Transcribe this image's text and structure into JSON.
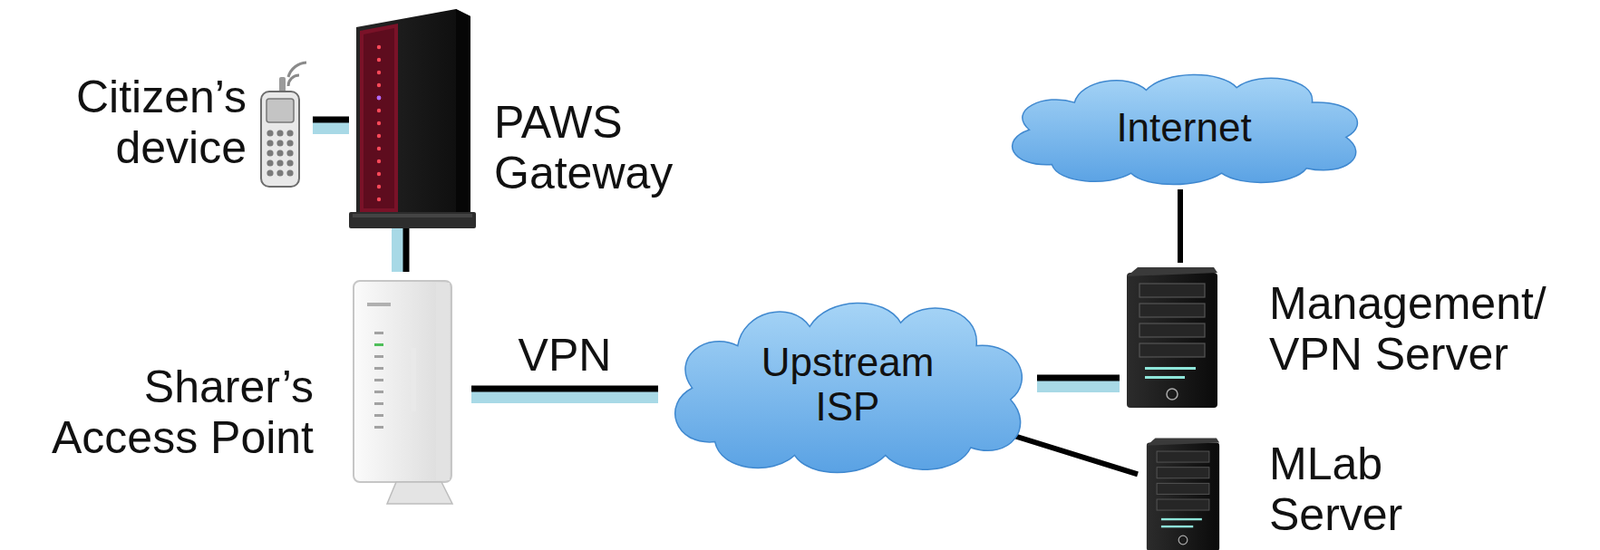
{
  "diagram": {
    "nodes": [
      {
        "text": [
          "Citizen’s device"
        ]
      },
      {
        "text": [
          "PAWS Gateway"
        ]
      },
      {
        "text": [
          "Internet"
        ]
      },
      {
        "text": [
          "Management/ VPN Server"
        ]
      },
      {
        "text": [
          "Sharer’s Access Point"
        ]
      },
      {
        "text": [
          "Upstream ISP"
        ]
      },
      {
        "text": [
          "MLab Server"
        ]
      }
    ],
    "edges": [
      {
        "from": 0,
        "to": 1,
        "arrow": "none"
      },
      {
        "from": 1,
        "to": 4,
        "arrow": "none"
      },
      {
        "from": 4,
        "to": 5,
        "label": "VPN",
        "arrow": "none"
      },
      {
        "from": 5,
        "to": 3,
        "arrow": "none"
      },
      {
        "from": 2,
        "to": 3,
        "arrow": "none"
      },
      {
        "from": 5,
        "to": 6,
        "arrow": "none"
      }
    ]
  }
}
